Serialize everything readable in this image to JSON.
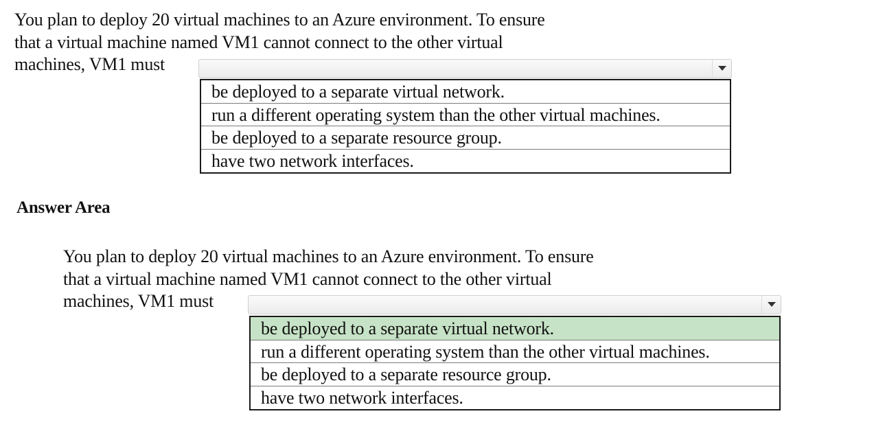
{
  "question": {
    "lines": [
      "You plan to deploy 20 virtual machines to an Azure environment. To ensure",
      "that a virtual machine named VM1 cannot connect to the other virtual",
      "machines, VM1 must"
    ],
    "dropdown": {
      "selected_value": "",
      "options": [
        "be deployed to a separate virtual network.",
        "run a different operating system than the other virtual machines.",
        "be deployed to a separate resource group.",
        "have two network interfaces."
      ]
    }
  },
  "answer_area": {
    "heading": "Answer Area",
    "lines": [
      "You plan to deploy 20 virtual machines to an Azure environment. To ensure",
      "that a virtual machine named VM1 cannot connect to the other virtual",
      "machines, VM1 must"
    ],
    "dropdown": {
      "selected_value": "",
      "options": [
        "be deployed to a separate virtual network.",
        "run a different operating system than the other virtual machines.",
        "be deployed to a separate resource group.",
        "have two network interfaces."
      ],
      "highlighted_option_index": 0
    }
  },
  "colors": {
    "highlight": "#c7e3c7",
    "list_border": "#1a1a1a",
    "row_divider": "#7a7a7a",
    "dropdown_border": "#cfcfcf"
  },
  "icons": {
    "dropdown_arrow": "chevron-down-icon"
  }
}
